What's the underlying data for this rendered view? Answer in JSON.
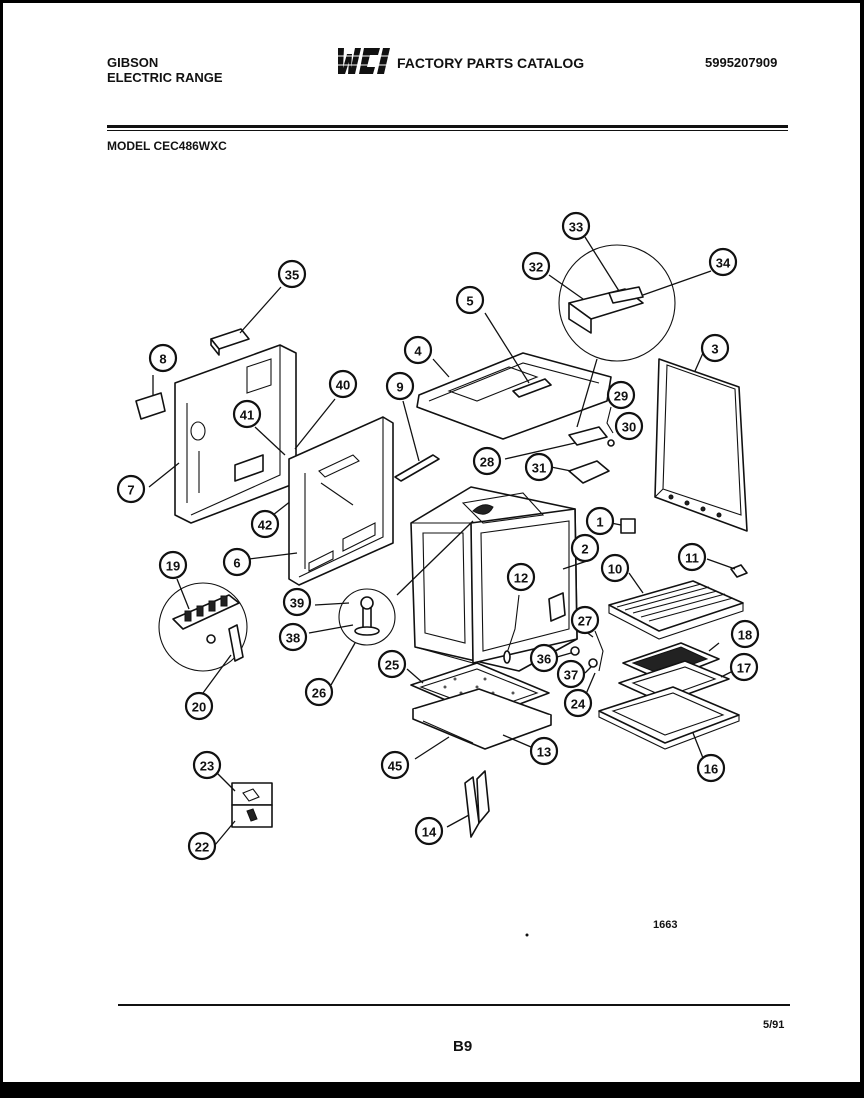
{
  "header": {
    "brand_line1": "GIBSON",
    "brand_line2": "ELECTRIC RANGE",
    "catalog_title": "FACTORY PARTS CATALOG",
    "part_number": "5995207909",
    "logo_text": "WCI"
  },
  "model": "MODEL CEC486WXC",
  "footer": {
    "drawing_number": "1663",
    "page_code": "B9",
    "date": "5/91"
  },
  "callouts": [
    "33",
    "32",
    "34",
    "35",
    "5",
    "3",
    "8",
    "4",
    "40",
    "9",
    "29",
    "41",
    "30",
    "7",
    "28",
    "31",
    "42",
    "1",
    "6",
    "2",
    "11",
    "10",
    "19",
    "12",
    "39",
    "27",
    "18",
    "38",
    "36",
    "37",
    "17",
    "25",
    "24",
    "20",
    "26",
    "16",
    "13",
    "45",
    "23",
    "14",
    "22"
  ]
}
